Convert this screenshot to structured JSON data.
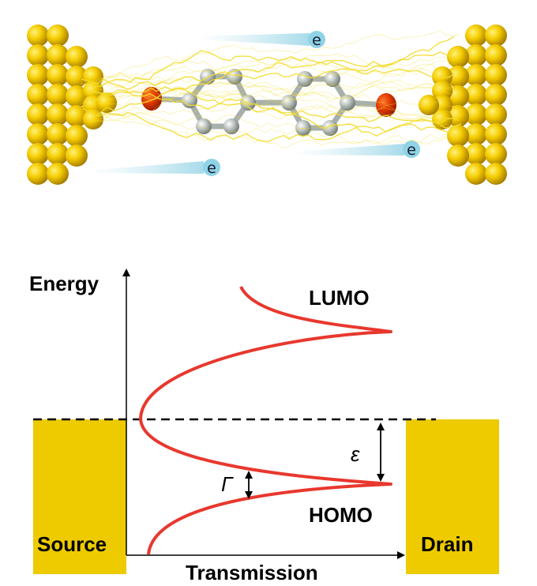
{
  "molecule": {
    "electron_labels": [
      "e",
      "e",
      "e"
    ]
  },
  "diagram": {
    "y_axis_label": "Energy",
    "x_axis_label": "Transmission",
    "lumo_label": "LUMO",
    "homo_label": "HOMO",
    "source_label": "Source",
    "drain_label": "Drain",
    "epsilon_label": "ε",
    "gamma_label": "Γ"
  },
  "colors": {
    "electrode": "#EDCB00",
    "curve": "#E8382E",
    "gold_atom": "#F2C600",
    "carbon_atom": "#B8C0BC",
    "oxygen_atom": "#E03A00",
    "electron_badge": "#8ED3E6"
  }
}
